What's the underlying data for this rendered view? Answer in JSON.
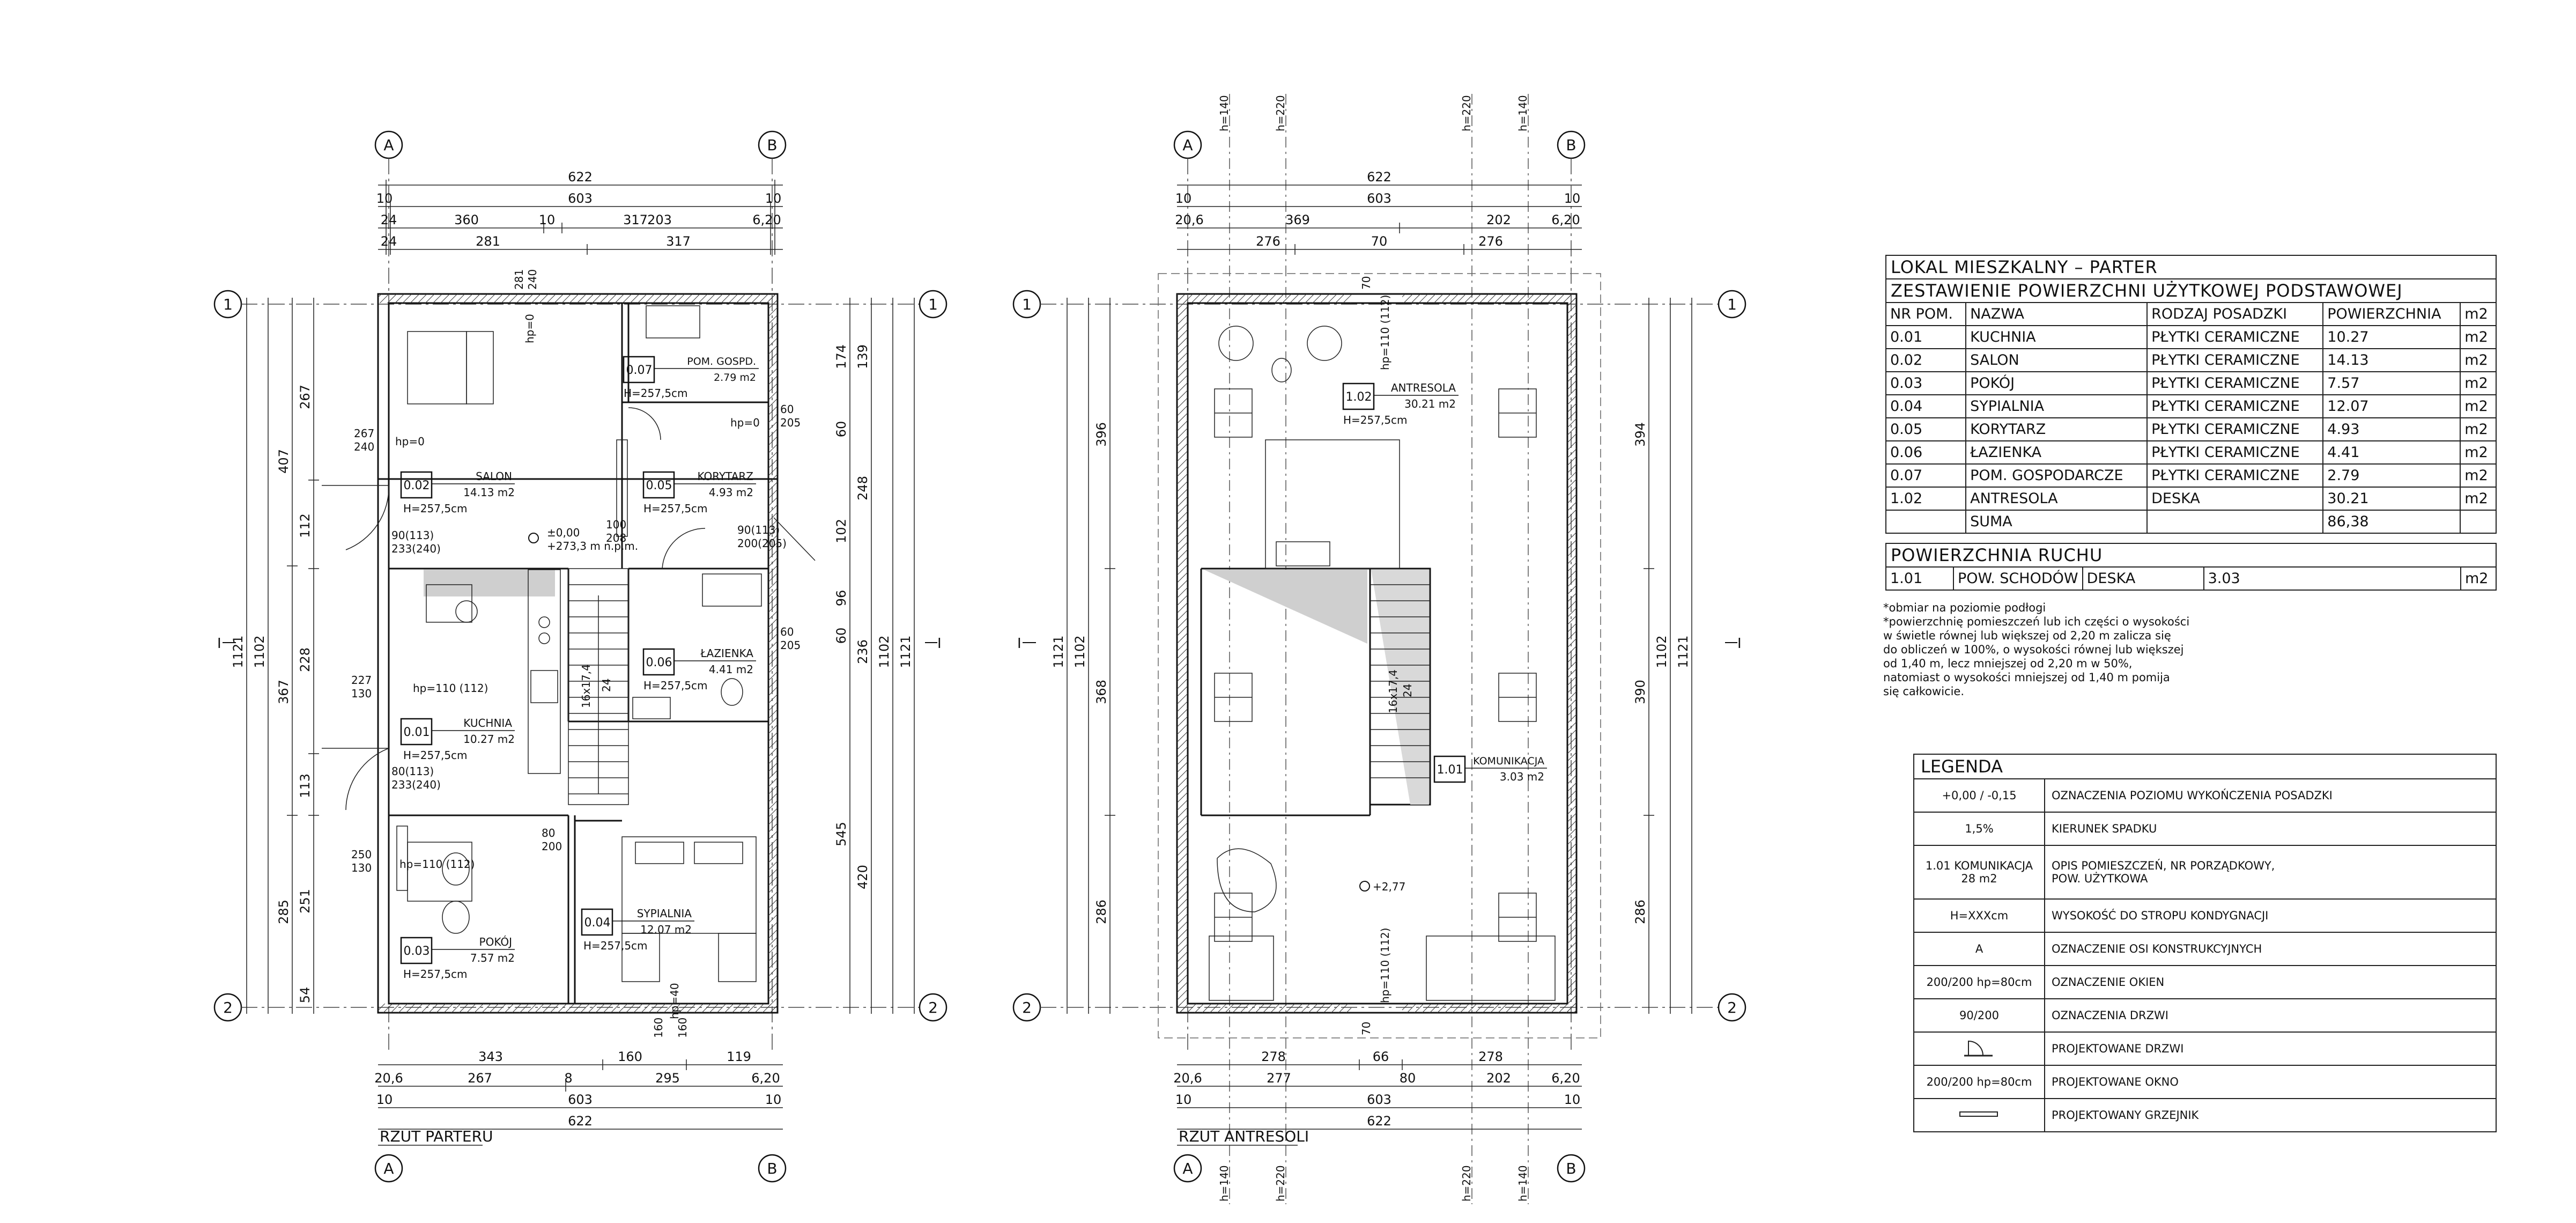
{
  "plans": {
    "ground": {
      "title": "RZUT PARTERU",
      "axes": {
        "a": "A",
        "b": "B",
        "r1": "1",
        "r2": "2"
      },
      "dims_top": {
        "overall": "622",
        "wall_outer": "10",
        "inner": "603",
        "row3": [
          "24",
          "360",
          "10",
          "317",
          "203",
          "6,20"
        ],
        "row4": [
          "24",
          "281",
          "317"
        ]
      },
      "dims_bottom": {
        "row1": [
          "343",
          "160",
          "119"
        ],
        "row2": [
          "20,6",
          "267",
          "8",
          "295",
          "6,20"
        ],
        "row3": [
          "10",
          "603",
          "10"
        ],
        "overall": "622"
      },
      "dims_left": [
        "407",
        "267",
        "112",
        "1102",
        "367",
        "228",
        "113",
        "1121",
        "285",
        "251",
        "54"
      ],
      "dims_right": [
        "174",
        "139",
        "248",
        "60",
        "102",
        "96",
        "1102",
        "236",
        "60",
        "1121",
        "545",
        "420"
      ],
      "openings": [
        "267\n240",
        "90(113)\n233(240)",
        "227\n130",
        "80(113)\n233(240)",
        "250\n130",
        "80\n200",
        "100\n208",
        "90(113)\n200(205)",
        "60\n205",
        "60\n205",
        "160",
        "160",
        "281\n240"
      ],
      "marks": {
        "hp0a": "hp=0",
        "hp0b": "hp=0",
        "hp110": "hp=110 (112)",
        "hp110b": "hp=110 (112)",
        "hp40": "hp=40",
        "hp0c": "hp=0",
        "level": "±0,00",
        "level2": "+273,3 m n.p.m.",
        "stairs": "16x17,4\n24",
        "section": "I"
      },
      "rooms": [
        {
          "no": "0.02",
          "name": "SALON",
          "area": "14.13 m2",
          "h": "H=257,5cm"
        },
        {
          "no": "0.07",
          "name": "POM. GOSPD.",
          "area": "2.79 m2",
          "h": "H=257,5cm"
        },
        {
          "no": "0.05",
          "name": "KORYTARZ",
          "area": "4.93 m2",
          "h": "H=257,5cm"
        },
        {
          "no": "0.06",
          "name": "ŁAZIENKA",
          "area": "4.41 m2",
          "h": "H=257,5cm"
        },
        {
          "no": "0.01",
          "name": "KUCHNIA",
          "area": "10.27 m2",
          "h": "H=257,5cm"
        },
        {
          "no": "0.04",
          "name": "SYPIALNIA",
          "area": "12.07 m2",
          "h": "H=257,5cm"
        },
        {
          "no": "0.03",
          "name": "POKÓJ",
          "area": "7.57 m2",
          "h": "H=257,5cm"
        }
      ]
    },
    "mezzanine": {
      "title": "RZUT ANTRESOLI",
      "axes": {
        "a": "A",
        "b": "B",
        "r1": "1",
        "r2": "2"
      },
      "heights": [
        "h=140",
        "h=220",
        "h=220",
        "h=140"
      ],
      "dims_top": {
        "overall": "622",
        "wall_outer": "10",
        "inner": "603",
        "row3": [
          "20,6",
          "369",
          "202",
          "6,20"
        ],
        "row4": [
          "276",
          "70",
          "276"
        ]
      },
      "dims_bottom": {
        "row1": [
          "278",
          "66",
          "278"
        ],
        "row2": [
          "20,6",
          "277",
          "80",
          "202",
          "6,20"
        ],
        "row3": [
          "10",
          "603",
          "10"
        ],
        "overall": "622"
      },
      "dims_left": [
        "396",
        "1102",
        "368",
        "286",
        "1121"
      ],
      "dims_right": [
        "394",
        "1102",
        "390",
        "286",
        "1121"
      ],
      "marks": {
        "hp110a": "hp=110 (112)",
        "hp110b": "hp=110 (112)",
        "level": "+2,77",
        "stairs": "16x17,4\n24",
        "section": "I",
        "w70a": "70",
        "w70b": "70"
      },
      "rooms": [
        {
          "no": "1.02",
          "name": "ANTRESOLA",
          "area": "30.21 m2",
          "h": "H=257,5cm"
        },
        {
          "no": "1.01",
          "name": "KOMUNIKACJA",
          "area": "3.03 m2",
          "h": ""
        }
      ]
    }
  },
  "area_table": {
    "title1": "LOKAL MIESZKALNY – PARTER",
    "title2": "ZESTAWIENIE POWIERZCHNI UŻYTKOWEJ PODSTAWOWEJ",
    "headers": [
      "NR POM.",
      "NAZWA",
      "RODZAJ POSADZKI",
      "POWIERZCHNIA",
      "m2"
    ],
    "rows": [
      [
        "0.01",
        "KUCHNIA",
        "PŁYTKI CERAMICZNE",
        "10.27",
        "m2"
      ],
      [
        "0.02",
        "SALON",
        "PŁYTKI CERAMICZNE",
        "14.13",
        "m2"
      ],
      [
        "0.03",
        "POKÓJ",
        "PŁYTKI CERAMICZNE",
        "7.57",
        "m2"
      ],
      [
        "0.04",
        "SYPIALNIA",
        "PŁYTKI CERAMICZNE",
        "12.07",
        "m2"
      ],
      [
        "0.05",
        "KORYTARZ",
        "PŁYTKI CERAMICZNE",
        "4.93",
        "m2"
      ],
      [
        "0.06",
        "ŁAZIENKA",
        "PŁYTKI CERAMICZNE",
        "4.41",
        "m2"
      ],
      [
        "0.07",
        "POM. GOSPODARCZE",
        "PŁYTKI CERAMICZNE",
        "2.79",
        "m2"
      ],
      [
        "1.02",
        "ANTRESOLA",
        "DESKA",
        "30.21",
        "m2"
      ]
    ],
    "sum_label": "SUMA",
    "sum_value": "86,38"
  },
  "movement_table": {
    "title": "POWIERZCHNIA RUCHU",
    "row": [
      "1.01",
      "POW. SCHODÓW",
      "DESKA",
      "3.03",
      "m2"
    ]
  },
  "notes": [
    "*obmiar na poziomie podłogi",
    "*powierzchnię pomieszczeń lub ich części o wysokości",
    "w świetle równej lub większej od 2,20 m zalicza się",
    "do obliczeń w 100%, o wysokości równej lub większej",
    "od 1,40 m, lecz mniejszej od 2,20 m w 50%,",
    "natomiast o wysokości mniejszej od 1,40 m pomija",
    "się całkowicie."
  ],
  "legend": {
    "title": "LEGENDA",
    "items": [
      {
        "symbol": "+0,00 / -0,15",
        "label": "OZNACZENIA POZIOMU WYKOŃCZENIA POSADZKI"
      },
      {
        "symbol": "1,5%",
        "label": "KIERUNEK SPADKU"
      },
      {
        "symbol": "1.01 KOMUNIKACJA 28 m2",
        "label": "OPIS POMIESZCZEŃ, NR PORZĄDKOWY,\nPOW. UŻYTKOWA"
      },
      {
        "symbol": "H=XXXcm",
        "label": "WYSOKOŚĆ DO STROPU KONDYGNACJI"
      },
      {
        "symbol": "A",
        "label": "OZNACZENIE OSI KONSTRUKCYJNYCH"
      },
      {
        "symbol": "200/200 hp=80cm",
        "label": "OZNACZENIE OKIEN"
      },
      {
        "symbol": "90/200",
        "label": "OZNACZENIA DRZWI"
      },
      {
        "symbol": "door",
        "label": "PROJEKTOWANE DRZWI"
      },
      {
        "symbol": "200/200 hp=80cm",
        "label": "PROJEKTOWANE OKNO"
      },
      {
        "symbol": "radiator",
        "label": "PROJEKTOWANY GRZEJNIK"
      }
    ]
  }
}
